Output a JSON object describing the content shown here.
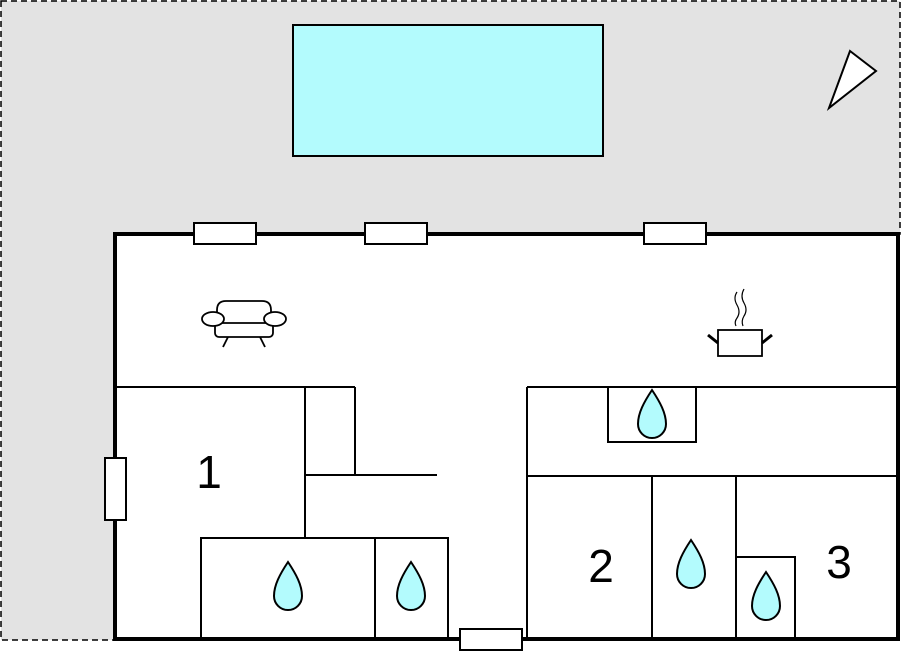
{
  "floorplan": {
    "colors": {
      "terrace": "#e3e3e3",
      "pool": "#b3fbfd",
      "water_drop": "#b3fbfd",
      "wall": "#000000",
      "interior": "#ffffff"
    },
    "rooms": [
      {
        "label": "1"
      },
      {
        "label": "2"
      },
      {
        "label": "3"
      }
    ],
    "icons": [
      "compass-icon",
      "sofa-icon",
      "cooking-pot-icon",
      "water-drop-icon"
    ]
  }
}
